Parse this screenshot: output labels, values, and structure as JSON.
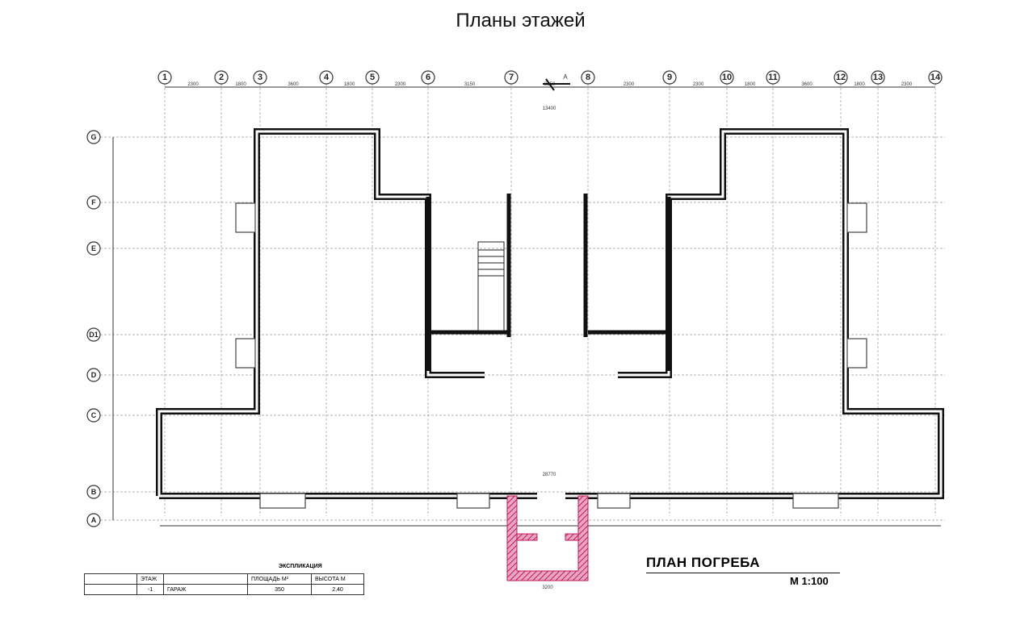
{
  "title": "Планы этажей",
  "plan": {
    "name": "ПЛАН ПОГРЕБА",
    "scale": "М 1:100",
    "section_mark": "А"
  },
  "axes": {
    "columns": [
      "1",
      "2",
      "3",
      "4",
      "5",
      "6",
      "7",
      "8",
      "9",
      "10",
      "11",
      "12",
      "13",
      "14"
    ],
    "rows": [
      "G",
      "F",
      "E",
      "D1",
      "D",
      "C",
      "B",
      "A"
    ]
  },
  "dimensions": {
    "top_chain": [
      "2300",
      "1800",
      "3600",
      "1800",
      "2300",
      "3150",
      "3150",
      "2300",
      "2300",
      "1800",
      "3600",
      "1800",
      "2300"
    ],
    "overall": "13400",
    "bottom_overall": "28770",
    "cellar_width": "3200"
  },
  "explication": {
    "title": "ЭКСПЛИКАЦИЯ",
    "headers": [
      "",
      "ЭТАЖ",
      "",
      "ПЛОЩАДЬ М²",
      "ВЫСОТА М"
    ],
    "rows": [
      [
        "",
        "-1",
        "ГАРАЖ",
        "350",
        "2,40"
      ]
    ]
  },
  "colors": {
    "wall": "#111111",
    "cellar": "#c2185b"
  }
}
